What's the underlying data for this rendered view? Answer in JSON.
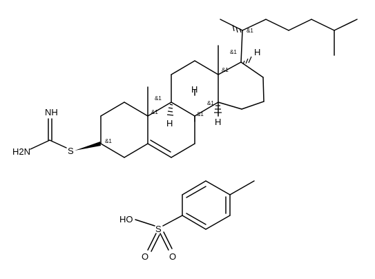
{
  "structure": {
    "atom_labels": {
      "imine_nh": "NH",
      "amine_h2n": "H2N",
      "thio_s": "S",
      "acid_ho": "HO",
      "sulfonyl_s": "S",
      "oxo_o_left": "O",
      "oxo_o_right": "O",
      "h_c8": "H",
      "h_c9": "H",
      "h_c14": "H",
      "h_c17": "H"
    },
    "stereo_label": "&1",
    "colors": {
      "ink": "#000000",
      "background": "#ffffff"
    }
  }
}
